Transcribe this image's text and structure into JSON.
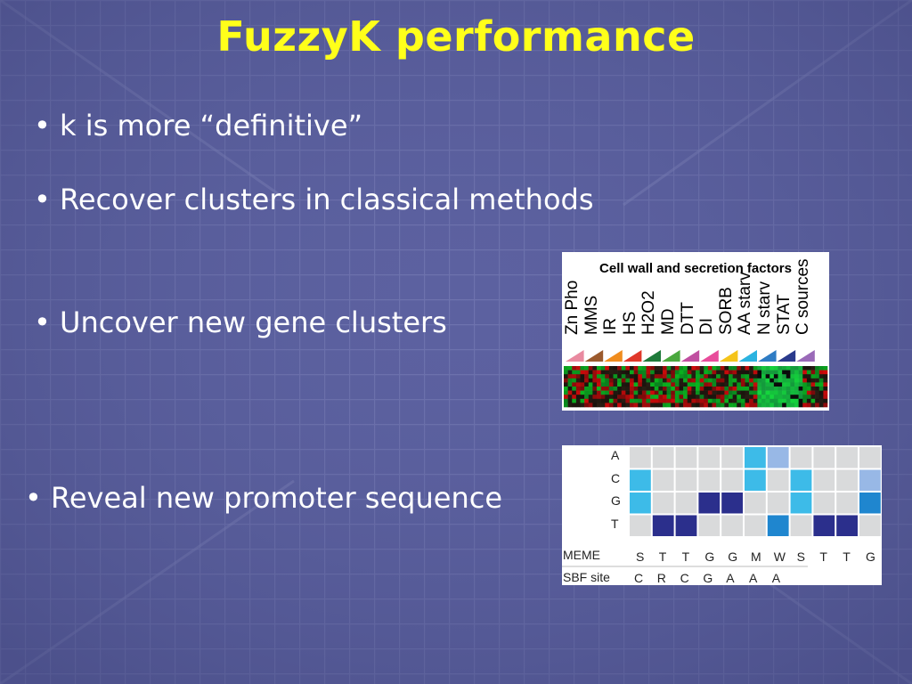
{
  "slide": {
    "title": "FuzzyK performance",
    "bullets": [
      "• k is more “definitive”",
      "• Recover clusters in classical methods",
      "• Uncover new gene clusters",
      "• Reveal new promoter sequence"
    ]
  },
  "heatmap_figure": {
    "title": "Cell wall and secretion factors",
    "conditions": [
      "Zn Pho",
      "MMS",
      "IR",
      "HS",
      "H2O2",
      "MD",
      "DTT",
      "DI",
      "SORB",
      "AA starv",
      "N starv",
      "STAT",
      "C sources"
    ],
    "condition_colors": [
      "#e98aa0",
      "#9b5a2d",
      "#f08c1e",
      "#e0382a",
      "#1f7a3a",
      "#4aa83e",
      "#c04fa0",
      "#e84c9b",
      "#f5c41a",
      "#2bb3e0",
      "#2e7cc4",
      "#2a3a8c",
      "#9a6ab8"
    ]
  },
  "motif_figure": {
    "bases": [
      "A",
      "C",
      "G",
      "T"
    ],
    "meme_label": "MEME",
    "meme": [
      "S",
      "T",
      "T",
      "G",
      "G",
      "M",
      "W",
      "S",
      "T",
      "T",
      "G"
    ],
    "sbf_label": "SBF site",
    "sbf": [
      "C",
      "R",
      "C",
      "G",
      "A",
      "A",
      "A"
    ],
    "colors": {
      "empty": "#d9dadb",
      "light": "#98b8e6",
      "cyan": "#3dbbe8",
      "mid": "#1f86cf",
      "dark": "#2b2f8c"
    },
    "grid": [
      [
        "empty",
        "empty",
        "empty",
        "empty",
        "empty",
        "cyan",
        "light",
        "empty",
        "empty",
        "empty",
        "empty"
      ],
      [
        "cyan",
        "empty",
        "empty",
        "empty",
        "empty",
        "cyan",
        "empty",
        "cyan",
        "empty",
        "empty",
        "light"
      ],
      [
        "cyan",
        "empty",
        "empty",
        "dark",
        "dark",
        "empty",
        "empty",
        "cyan",
        "empty",
        "empty",
        "mid"
      ],
      [
        "empty",
        "dark",
        "dark",
        "empty",
        "empty",
        "empty",
        "mid",
        "empty",
        "dark",
        "dark",
        "empty"
      ]
    ]
  }
}
